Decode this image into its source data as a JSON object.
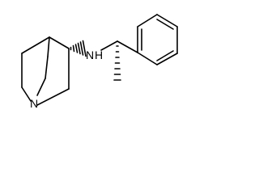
{
  "molecule": {
    "atoms": {
      "amine_label": "N",
      "amine_h_label": "H",
      "bridgehead_n_label": "N"
    },
    "colors": {
      "bond": "#000000",
      "background": "#ffffff"
    }
  }
}
